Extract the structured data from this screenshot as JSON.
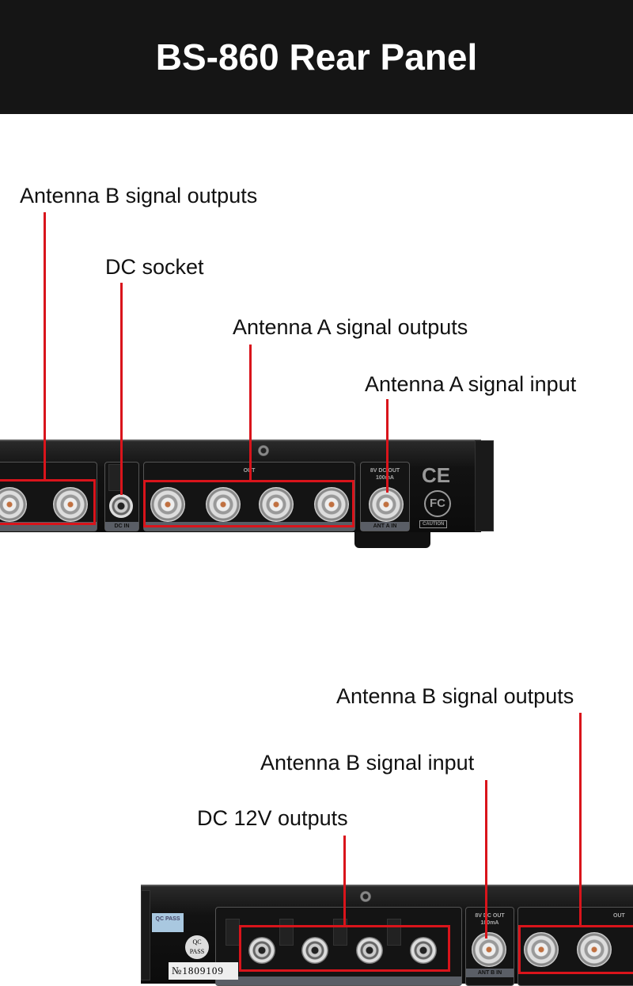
{
  "header": {
    "title": "BS-860 Rear Panel"
  },
  "top_panel": {
    "callouts": [
      {
        "label": "Antenna B signal outputs"
      },
      {
        "label": "DC socket"
      },
      {
        "label": "Antenna A signal outputs"
      },
      {
        "label": "Antenna A signal input"
      }
    ],
    "panel_text": {
      "out": "OUT",
      "dc_in": "DC IN",
      "dc_out": "8V DC OUT",
      "current": "100mA",
      "ant_in": "ANT A IN",
      "ce": "CE",
      "fc": "FC",
      "caution": "CAUTION"
    }
  },
  "bottom_panel": {
    "callouts": [
      {
        "label": "Antenna B signal outputs"
      },
      {
        "label": "Antenna B signal input"
      },
      {
        "label": "DC 12V outputs"
      }
    ],
    "panel_text": {
      "out": "OUT",
      "dc_out": "8V DC OUT",
      "current": "100mA",
      "ant_in": "ANT B IN",
      "qc": "QC",
      "pass": "PASS",
      "qc_sticker": "QC PASS",
      "serial": "№1809109"
    }
  },
  "colors": {
    "header_bg": "#151515",
    "callout": "#d9141b"
  }
}
